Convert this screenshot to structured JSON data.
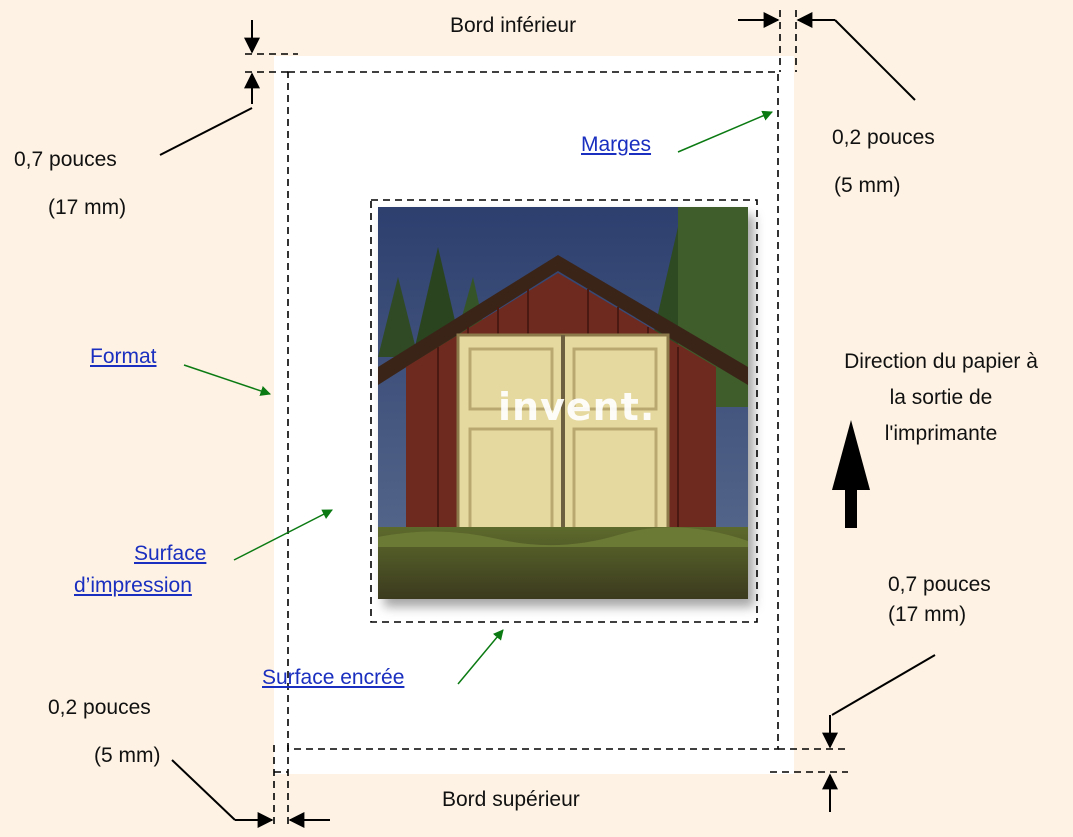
{
  "labels": {
    "bord_inferieur": "Bord inférieur",
    "bord_superieur": "Bord supérieur",
    "left_top_measure_in": "0,7 pouces",
    "left_top_measure_mm": "(17 mm)",
    "right_top_measure_in": "0,2 pouces",
    "right_top_measure_mm": "(5 mm)",
    "left_bottom_measure_in": "0,2 pouces",
    "left_bottom_measure_mm": "(5 mm)",
    "right_bottom_measure_in": "0,7 pouces",
    "right_bottom_measure_mm": "(17 mm)",
    "direction_line1": "Direction du papier à",
    "direction_line2": "la sortie de",
    "direction_line3": "l'imprimante"
  },
  "links": {
    "marges": "Marges",
    "format": "Format",
    "surface_impression_line1": "Surface",
    "surface_impression_line2": "d’impression",
    "surface_encree": "Surface encrée"
  },
  "photo": {
    "caption": "invent."
  },
  "colors": {
    "background": "#fdf2e3",
    "paper": "#ffffff",
    "link": "#1a2fbf",
    "pointer_arrow": "#0b7a12",
    "dashed_lines": "#000000"
  }
}
